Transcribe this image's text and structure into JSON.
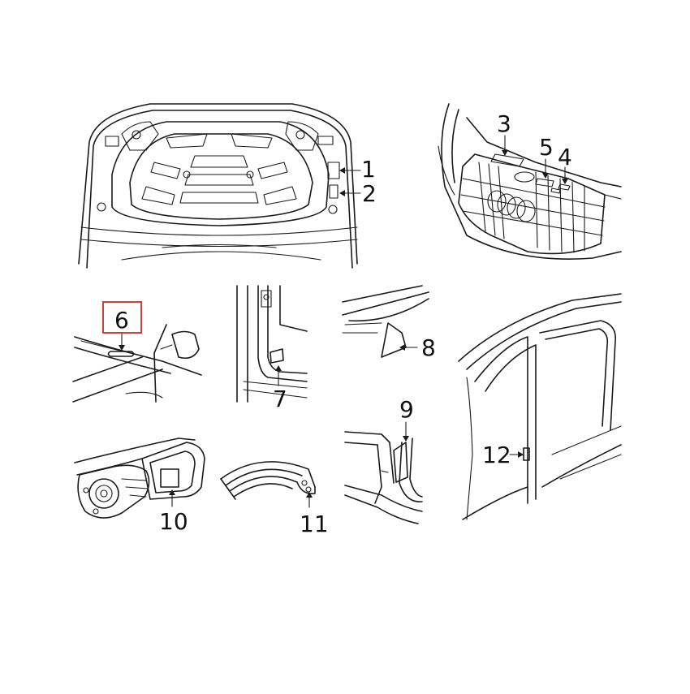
{
  "diagram": {
    "highlight_color": "#cc2a2a",
    "line_color": "#1a1a1a",
    "callouts": [
      {
        "id": "1",
        "text": "1"
      },
      {
        "id": "2",
        "text": "2"
      },
      {
        "id": "3",
        "text": "3"
      },
      {
        "id": "4",
        "text": "4"
      },
      {
        "id": "5",
        "text": "5"
      },
      {
        "id": "6",
        "text": "6",
        "highlighted": true
      },
      {
        "id": "7",
        "text": "7"
      },
      {
        "id": "8",
        "text": "8"
      },
      {
        "id": "9",
        "text": "9"
      },
      {
        "id": "10",
        "text": "10"
      },
      {
        "id": "11",
        "text": "11"
      },
      {
        "id": "12",
        "text": "12"
      }
    ]
  }
}
